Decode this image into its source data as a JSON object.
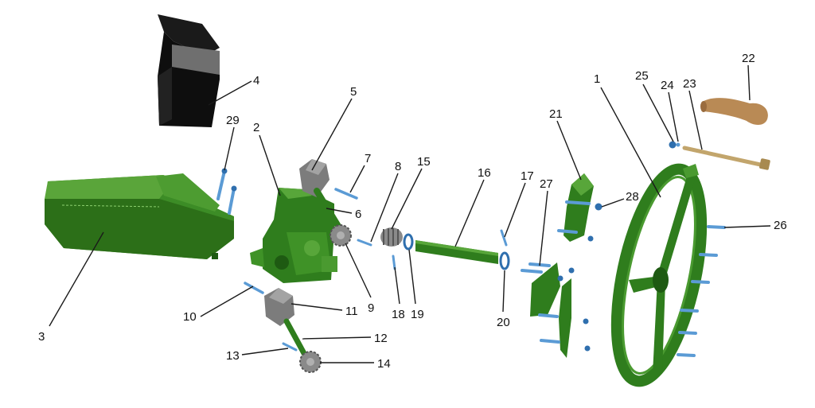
{
  "colors": {
    "part_green": "#2f7d1d",
    "part_green_dark": "#1e5a12",
    "part_green_light": "#4a9a30",
    "hopper_black": "#111111",
    "hopper_gray": "#777777",
    "gear_gray": "#8a8a8a",
    "bolt_blue": "#5b9bd5",
    "handle_bronze": "#b98a55",
    "rod_tan": "#c2a56c",
    "line": "#1a1a1a"
  },
  "callouts": [
    {
      "id": "1",
      "text": "1"
    },
    {
      "id": "2",
      "text": "2"
    },
    {
      "id": "3",
      "text": "3"
    },
    {
      "id": "4",
      "text": "4"
    },
    {
      "id": "5",
      "text": "5"
    },
    {
      "id": "6",
      "text": "6"
    },
    {
      "id": "7",
      "text": "7"
    },
    {
      "id": "8",
      "text": "8"
    },
    {
      "id": "9",
      "text": "9"
    },
    {
      "id": "10",
      "text": "10"
    },
    {
      "id": "11",
      "text": "11"
    },
    {
      "id": "12",
      "text": "12"
    },
    {
      "id": "13",
      "text": "13"
    },
    {
      "id": "14",
      "text": "14"
    },
    {
      "id": "15",
      "text": "15"
    },
    {
      "id": "16",
      "text": "16"
    },
    {
      "id": "17",
      "text": "17"
    },
    {
      "id": "18",
      "text": "18"
    },
    {
      "id": "19",
      "text": "19"
    },
    {
      "id": "20",
      "text": "20"
    },
    {
      "id": "21",
      "text": "21"
    },
    {
      "id": "22",
      "text": "22"
    },
    {
      "id": "23",
      "text": "23"
    },
    {
      "id": "24",
      "text": "24"
    },
    {
      "id": "25",
      "text": "25"
    },
    {
      "id": "26",
      "text": "26"
    },
    {
      "id": "27",
      "text": "27"
    },
    {
      "id": "28",
      "text": "28"
    },
    {
      "id": "29",
      "text": "29"
    }
  ]
}
